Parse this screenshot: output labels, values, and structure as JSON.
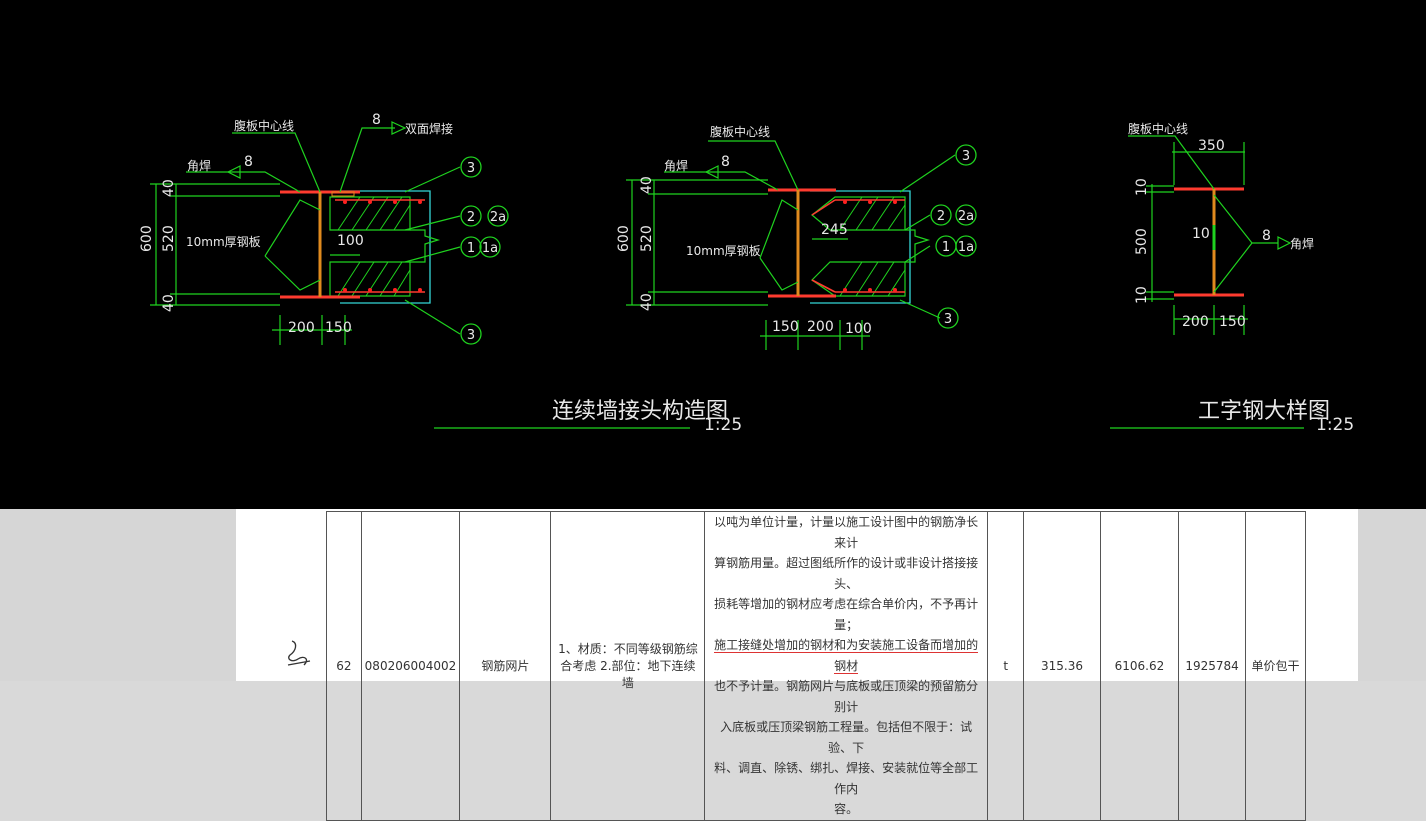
{
  "drawing": {
    "left_title": "连续墙接头构造图",
    "left_scale": "1:25",
    "right_title": "工字钢大样图",
    "right_scale": "1:25",
    "labels": {
      "flange_centerline": "腹板中心线",
      "double_weld": "双面焊接",
      "fillet_weld": "角焊",
      "steel_plate_10mm": "10mm厚钢板",
      "weld_size": "8",
      "web_thickness": "10"
    },
    "dims_left": {
      "total": "600",
      "mid": "520",
      "top": "40",
      "bottom": "40",
      "w1": "200",
      "w2": "150",
      "gap": "100"
    },
    "dims_middle": {
      "total": "600",
      "mid": "520",
      "top": "40",
      "bottom": "40",
      "w1": "150",
      "w2": "200",
      "w3": "100",
      "gap": "245"
    },
    "dims_right": {
      "width": "350",
      "top": "10",
      "mid": "500",
      "bottom": "10",
      "w1": "200",
      "w2": "150"
    },
    "bubbles": {
      "b3": "3",
      "b2": "2",
      "b2a": "2a",
      "b1": "1",
      "b1a": "1a"
    }
  },
  "bill_row": {
    "index": "62",
    "code": "080206004002",
    "name": "钢筋网片",
    "feature": "1、材质：不同等级钢筋综合考虑 2.部位：地下连续墙",
    "desc_lines": [
      "以吨为单位计量，计量以施工设计图中的钢筋净长来计",
      "算钢筋用量。超过图纸所作的设计或非设计搭接接头、",
      "损耗等增加的钢材应考虑在综合单价内，不予再计量；",
      "施工接缝处增加的钢材和为安装施工设备而增加的钢材",
      "也不予计量。钢筋网片与底板或压顶梁的预留筋分别计",
      "入底板或压顶梁钢筋工程量。包括但不限于：试验、下",
      "料、调直、除锈、绑扎、焊接、安装就位等全部工作内",
      "容。"
    ],
    "unit": "t",
    "quantity": "315.36",
    "unit_price": "6106.62",
    "amount": "1925784",
    "remark": "单价包干"
  }
}
